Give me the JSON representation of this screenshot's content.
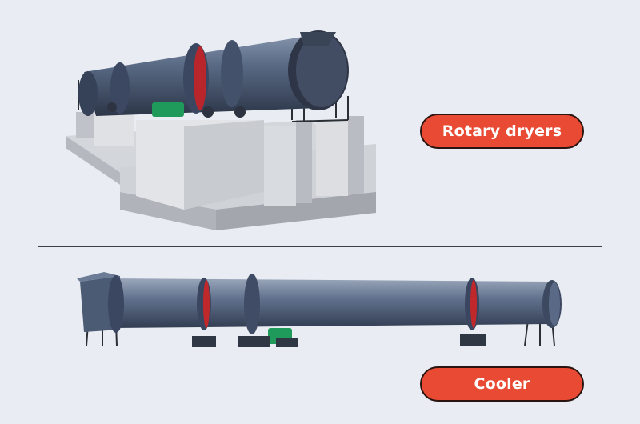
{
  "sections": [
    {
      "label": "Rotary dryers",
      "image": "rotary-dryer-machine"
    },
    {
      "label": "Cooler",
      "image": "rotary-cooler-machine"
    }
  ],
  "colors": {
    "background": "#e9edf3",
    "pill": "#e84a33",
    "pill_border": "#2a1410",
    "drum": "#4f607a",
    "ring": "#c0282c",
    "motor": "#1f9a5a",
    "concrete": "#c9ccd1"
  }
}
